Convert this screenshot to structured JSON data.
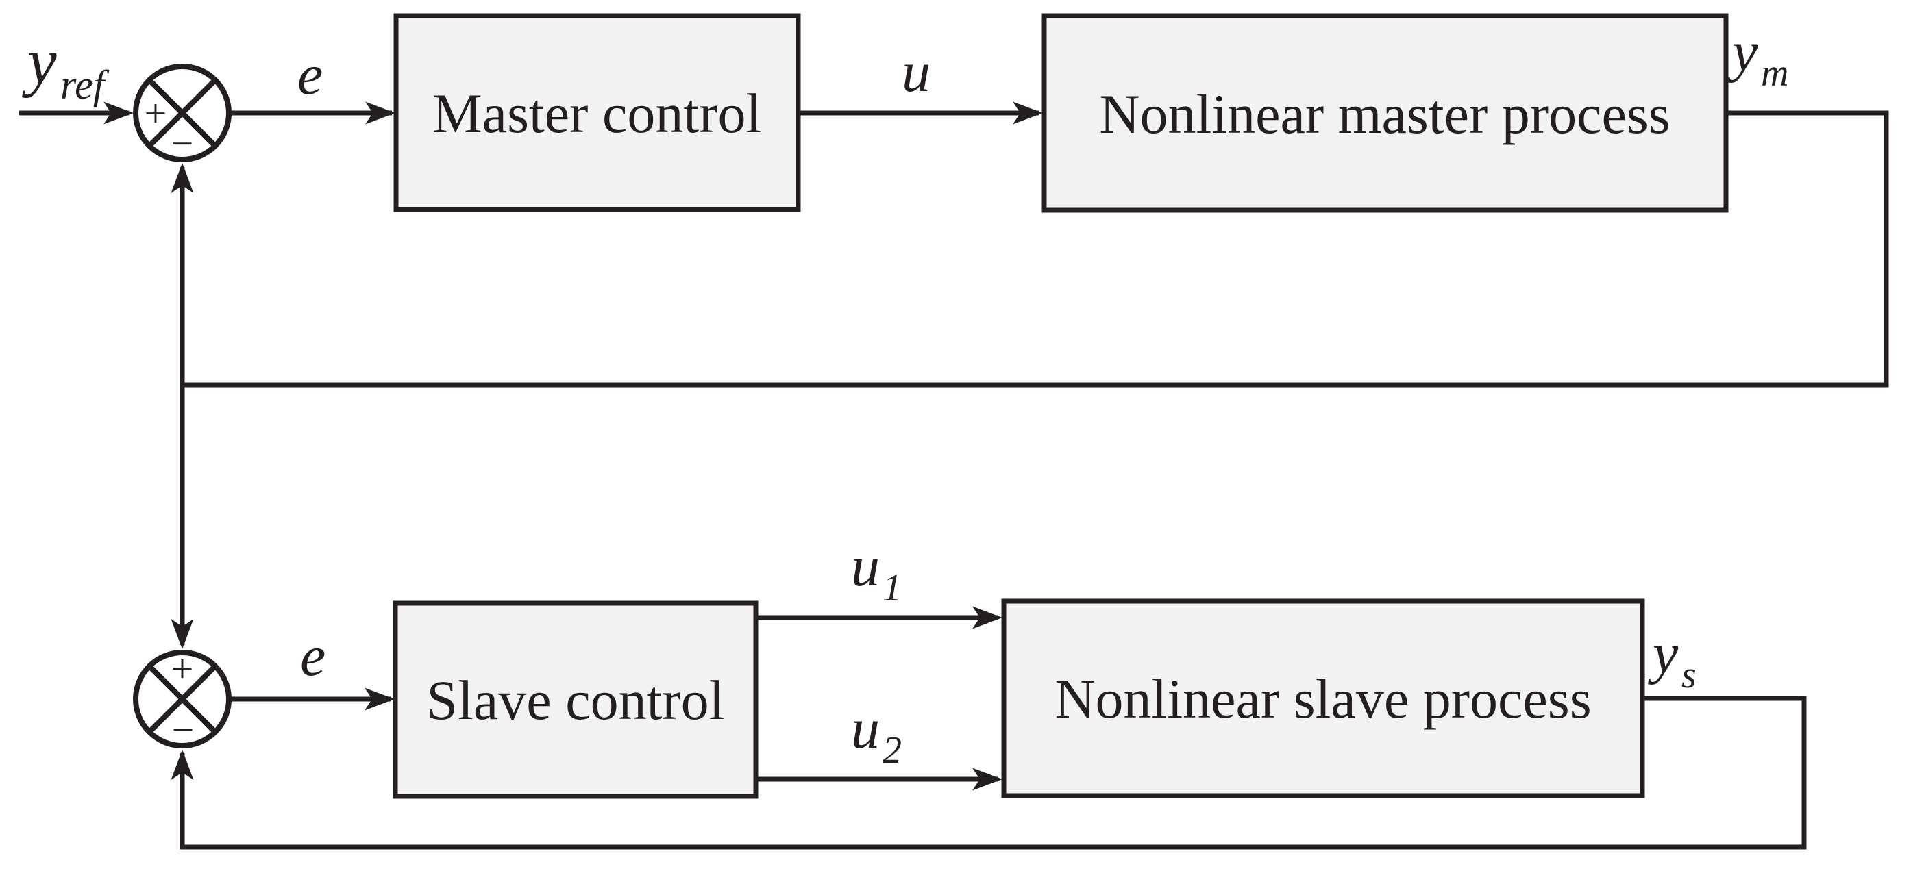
{
  "colors": {
    "ink": "#231f20",
    "block_fill": "#f2f2f2",
    "page_bg": "#ffffff"
  },
  "blocks": {
    "master_control": {
      "label": "Master control"
    },
    "master_process": {
      "label": "Nonlinear master process"
    },
    "slave_control": {
      "label": "Slave control"
    },
    "slave_process": {
      "label": "Nonlinear slave process"
    }
  },
  "signals": {
    "reference": {
      "base": "y",
      "sub": "ref"
    },
    "master_error": {
      "base": "e"
    },
    "master_control_output": {
      "base": "u"
    },
    "master_process_output": {
      "base": "y",
      "sub": "m"
    },
    "slave_error": {
      "base": "e"
    },
    "slave_control_output_1": {
      "base": "u",
      "sub": "1"
    },
    "slave_control_output_2": {
      "base": "u",
      "sub": "2"
    },
    "slave_process_output": {
      "base": "y",
      "sub": "s"
    }
  },
  "summing_junctions": {
    "master": {
      "positive_sign": "+",
      "negative_sign": "−"
    },
    "slave": {
      "positive_sign": "+",
      "negative_sign": "−"
    }
  }
}
